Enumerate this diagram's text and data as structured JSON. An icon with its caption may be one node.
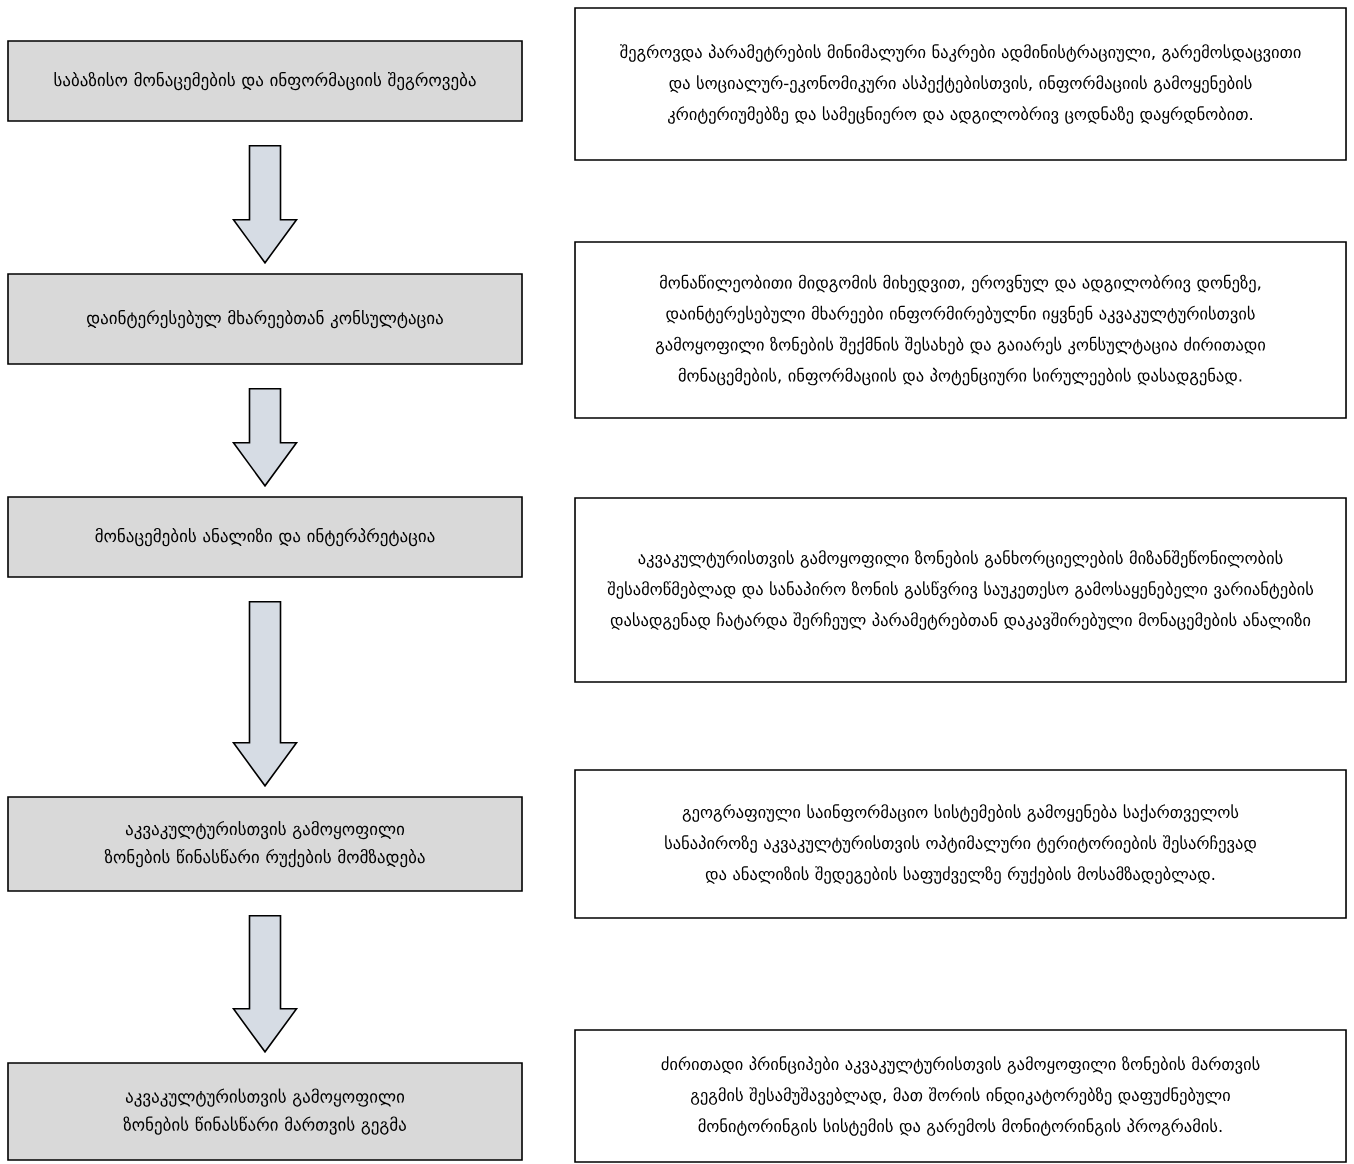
{
  "diagram": {
    "nodes": [
      {
        "text": [
          "საბაზისო მონაცემების და ინფორმაციის შეგროვება"
        ]
      },
      {
        "text": [
          "შეგროვდა პარამეტრების მინიმალური ნაკრები ადმინისტრაციული, გარემოსდაცვითი და სოციალურ-ეკონომიკური ასპექტებისთვის, ინფორმაციის გამოყენების კრიტერიუმებზე და სამეცნიერო და ადგილობრივ ცოდნაზე დაყრდნობით."
        ]
      },
      {
        "text": [
          "დაინტერესებულ მხარეებთან კონსულტაცია"
        ]
      },
      {
        "text": [
          "მონაწილეობითი მიდგომის მიხედვით, ეროვნულ და ადგილობრივ დონეზე, დაინტერესებული მხარეები ინფორმირებულნი  იყვნენ აკვაკულტურისთვის გამოყოფილი ზონების შექმნის შესახებ და გაიარეს კონსულტაცია ძირითადი მონაცემების, ინფორმაციის და პოტენციური სირულეების დასადგენად."
        ]
      },
      {
        "text": [
          "მონაცემების ანალიზი და ინტერპრეტაცია"
        ]
      },
      {
        "text": [
          "აკვაკულტურისთვის გამოყოფილი ზონების განხორციელების მიზანშეწონილობის შესამოწმებლად და სანაპირო ზონის გასწვრივ საუკეთესო გამოსაყენებელი ვარიანტების დასადგენად ჩატარდა შერჩეულ პარამეტრებთან დაკავშირებული მონაცემების ანალიზი"
        ]
      },
      {
        "text": [
          "აკვაკულტურისთვის გამოყოფილი ზონების წინასწარი რუქების მომზადება"
        ]
      },
      {
        "text": [
          "გეოგრაფიული საინფორმაციო სისტემების  გამოყენება საქართველოს სანაპიროზე აკვაკულტურისთვის ოპტიმალური ტერიტორიების შესარჩევად და ანალიზის შედეგების საფუძველზე რუქების მოსამზადებლად."
        ]
      },
      {
        "text": [
          "აკვაკულტურისთვის გამოყოფილი ზონების წინასწარი მართვის გეგმა"
        ]
      },
      {
        "text": [
          "ძირითადი პრინციპები აკვაკულტურისთვის გამოყოფილი ზონების მართვის გეგმის შესამუშავებლად, მათ შორის ინდიკატორებზე დაფუძნებული მონიტორინგის სისტემის და გარემოს მონიტორინგის პროგრამის."
        ]
      }
    ],
    "edges": [
      {
        "from": 0,
        "to": 2,
        "arrow": "to"
      },
      {
        "from": 2,
        "to": 4,
        "arrow": "to"
      },
      {
        "from": 4,
        "to": 6,
        "arrow": "to"
      },
      {
        "from": 6,
        "to": 8,
        "arrow": "to"
      }
    ]
  }
}
